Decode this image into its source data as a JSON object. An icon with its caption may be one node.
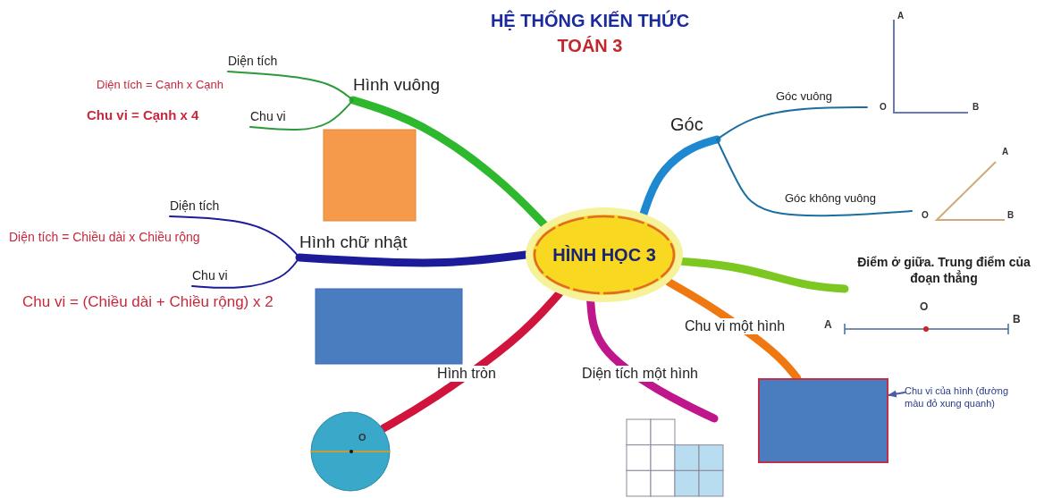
{
  "diagram": {
    "title": "HỆ THỐNG KIẾN THỨC",
    "nodes": [
      {
        "text": [
          "HÌNH HỌC 3"
        ]
      },
      {
        "text": [
          "Hình vuông"
        ]
      },
      {
        "text": [
          "Diện tích"
        ],
        "beside": [
          "Diện tích = Cạnh x Cạnh"
        ]
      },
      {
        "text": [
          "Chu vi"
        ],
        "beside": [
          "Chu vi = Cạnh x 4"
        ]
      },
      {
        "text": [
          "Hình chữ nhật"
        ]
      },
      {
        "text": [
          "Diện tích"
        ],
        "beside": [
          "Diện tích = Chiều dài x Chiều rộng"
        ]
      },
      {
        "text": [
          "Chu vi"
        ],
        "beside": [
          "Chu vi = (Chiều dài + Chiều rộng) x 2"
        ]
      },
      {
        "text": [],
        "shape": "circle"
      },
      {
        "text": [],
        "shape": "picture"
      },
      {
        "text": [],
        "shape": "box"
      },
      {
        "text": [
          "Chu vi của hình (đường màu đỏ xung quanh)"
        ]
      },
      {
        "text": [
          "Góc"
        ]
      },
      {
        "text": [
          "Góc vuông"
        ]
      },
      {
        "text": [
          "Góc không vuông"
        ]
      },
      {
        "text": [
          "Điểm ở giữa. Trung điểm của đoạn thẳng"
        ]
      }
    ],
    "edges": [
      {
        "from": 0,
        "to": 1,
        "arrow": "none",
        "style": "thick",
        "color": "#2eb82e"
      },
      {
        "from": 1,
        "to": 2,
        "arrow": "none",
        "color": "#2a9a3a"
      },
      {
        "from": 1,
        "to": 3,
        "arrow": "none",
        "color": "#2a9a3a"
      },
      {
        "from": 0,
        "to": 4,
        "arrow": "none",
        "style": "thick",
        "color": "#1c1c9a"
      },
      {
        "from": 4,
        "to": 5,
        "arrow": "none",
        "color": "#1c1c9a"
      },
      {
        "from": 4,
        "to": 6,
        "arrow": "none",
        "color": "#1c1c9a"
      },
      {
        "from": 0,
        "to": 7,
        "label": "Hình tròn",
        "arrow": "none",
        "style": "thick",
        "color": "#d0143c"
      },
      {
        "from": 0,
        "to": 8,
        "label": "Diện tích một hình",
        "arrow": "none",
        "style": "thick",
        "color": "#c0168c"
      },
      {
        "from": 0,
        "to": 9,
        "label": "Chu vi một hình",
        "arrow": "none",
        "style": "thick",
        "color": "#f07810"
      },
      {
        "from": 10,
        "to": 9,
        "arrow": "to",
        "color": "#4a5aa8"
      },
      {
        "from": 0,
        "to": 11,
        "arrow": "none",
        "style": "thick",
        "color": "#1e88d0"
      },
      {
        "from": 11,
        "to": 12,
        "arrow": "none",
        "color": "#1a6fa0"
      },
      {
        "from": 11,
        "to": 13,
        "arrow": "none",
        "color": "#1a6fa0"
      },
      {
        "from": 0,
        "to": 14,
        "arrow": "none",
        "style": "thick",
        "color": "#7cc820"
      }
    ],
    "labels": [
      "TOÁN 3",
      "A",
      "O",
      "B",
      "A",
      "O",
      "B",
      "A",
      "O",
      "B",
      "O"
    ]
  }
}
